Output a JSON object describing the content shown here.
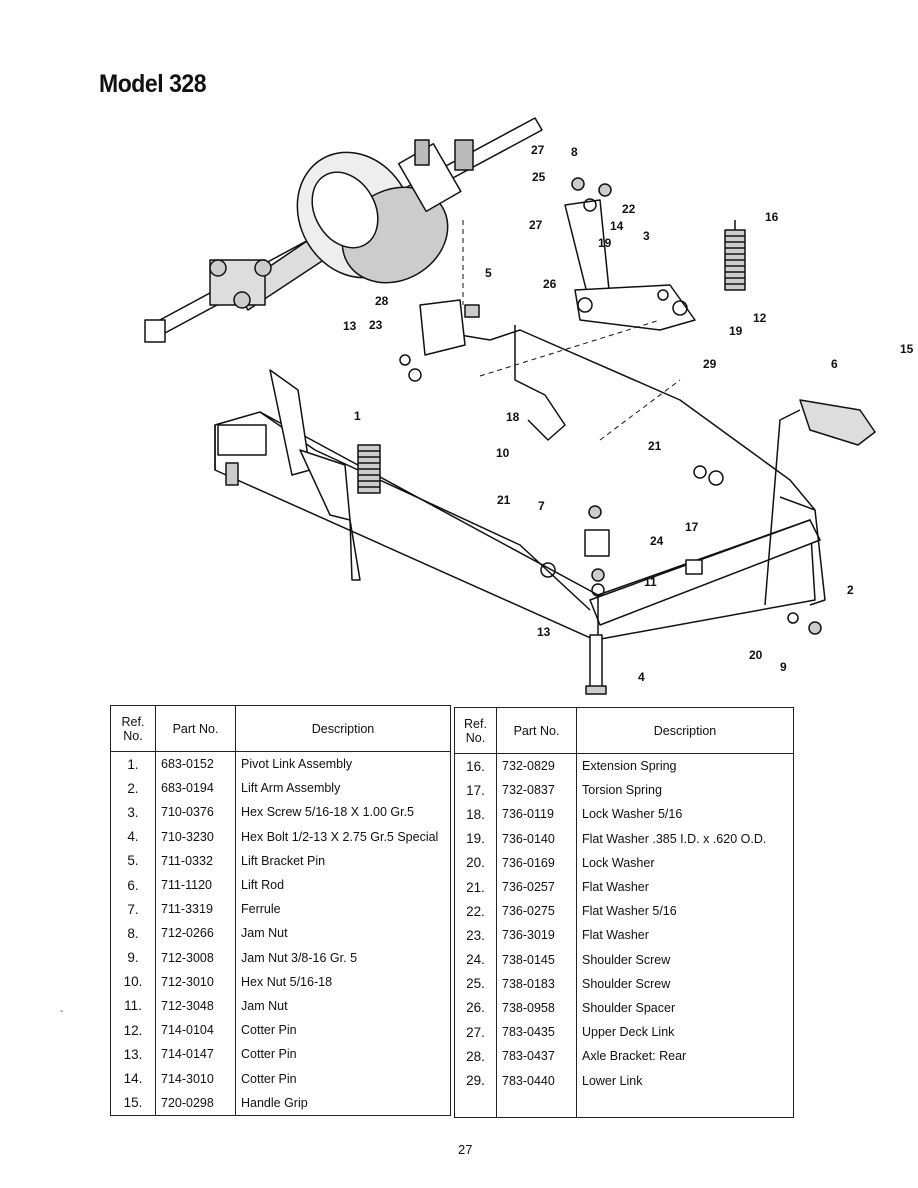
{
  "page": {
    "title": "Model 328",
    "page_number": "27",
    "margin_mark": "-"
  },
  "diagram": {
    "callouts": [
      "27",
      "8",
      "25",
      "22",
      "16",
      "27",
      "14",
      "3",
      "19",
      "5",
      "26",
      "28",
      "13",
      "23",
      "12",
      "19",
      "15",
      "29",
      "6",
      "1",
      "18",
      "10",
      "21",
      "21",
      "7",
      "17",
      "24",
      "11",
      "2",
      "13",
      "20",
      "9",
      "4"
    ]
  },
  "table": {
    "headers": {
      "ref": "Ref. No.",
      "part": "Part No.",
      "description": "Description"
    },
    "left_rows": [
      {
        "ref": "1.",
        "part": "683-0152",
        "description": "Pivot Link Assembly"
      },
      {
        "ref": "2.",
        "part": "683-0194",
        "description": "Lift Arm Assembly"
      },
      {
        "ref": "3.",
        "part": "710-0376",
        "description": "Hex Screw 5/16-18 X 1.00 Gr.5"
      },
      {
        "ref": "4.",
        "part": "710-3230",
        "description": "Hex Bolt 1/2-13 X 2.75 Gr.5 Special"
      },
      {
        "ref": "5.",
        "part": "711-0332",
        "description": "Lift Bracket Pin"
      },
      {
        "ref": "6.",
        "part": "711-1120",
        "description": "Lift Rod"
      },
      {
        "ref": "7.",
        "part": "711-3319",
        "description": "Ferrule"
      },
      {
        "ref": "8.",
        "part": "712-0266",
        "description": "Jam Nut"
      },
      {
        "ref": "9.",
        "part": "712-3008",
        "description": "Jam Nut 3/8-16 Gr. 5"
      },
      {
        "ref": "10.",
        "part": "712-3010",
        "description": "Hex Nut 5/16-18"
      },
      {
        "ref": "11.",
        "part": "712-3048",
        "description": "Jam Nut"
      },
      {
        "ref": "12.",
        "part": "714-0104",
        "description": "Cotter Pin"
      },
      {
        "ref": "13.",
        "part": "714-0147",
        "description": "Cotter Pin"
      },
      {
        "ref": "14.",
        "part": "714-3010",
        "description": "Cotter Pin"
      },
      {
        "ref": "15.",
        "part": "720-0298",
        "description": "Handle Grip"
      }
    ],
    "right_rows": [
      {
        "ref": "16.",
        "part": "732-0829",
        "description": "Extension Spring"
      },
      {
        "ref": "17.",
        "part": "732-0837",
        "description": "Torsion Spring"
      },
      {
        "ref": "18.",
        "part": "736-0119",
        "description": "Lock Washer 5/16"
      },
      {
        "ref": "19.",
        "part": "736-0140",
        "description": "Flat Washer .385 I.D. x .620 O.D."
      },
      {
        "ref": "20.",
        "part": "736-0169",
        "description": "Lock Washer"
      },
      {
        "ref": "21.",
        "part": "736-0257",
        "description": "Flat Washer"
      },
      {
        "ref": "22.",
        "part": "736-0275",
        "description": "Flat Washer 5/16"
      },
      {
        "ref": "23.",
        "part": "736-3019",
        "description": "Flat Washer"
      },
      {
        "ref": "24.",
        "part": "738-0145",
        "description": "Shoulder Screw"
      },
      {
        "ref": "25.",
        "part": "738-0183",
        "description": "Shoulder Screw"
      },
      {
        "ref": "26.",
        "part": "738-0958",
        "description": "Shoulder Spacer"
      },
      {
        "ref": "27.",
        "part": "783-0435",
        "description": "Upper Deck Link"
      },
      {
        "ref": "28.",
        "part": "783-0437",
        "description": "Axle Bracket: Rear"
      },
      {
        "ref": "29.",
        "part": "783-0440",
        "description": "Lower Link"
      }
    ]
  }
}
